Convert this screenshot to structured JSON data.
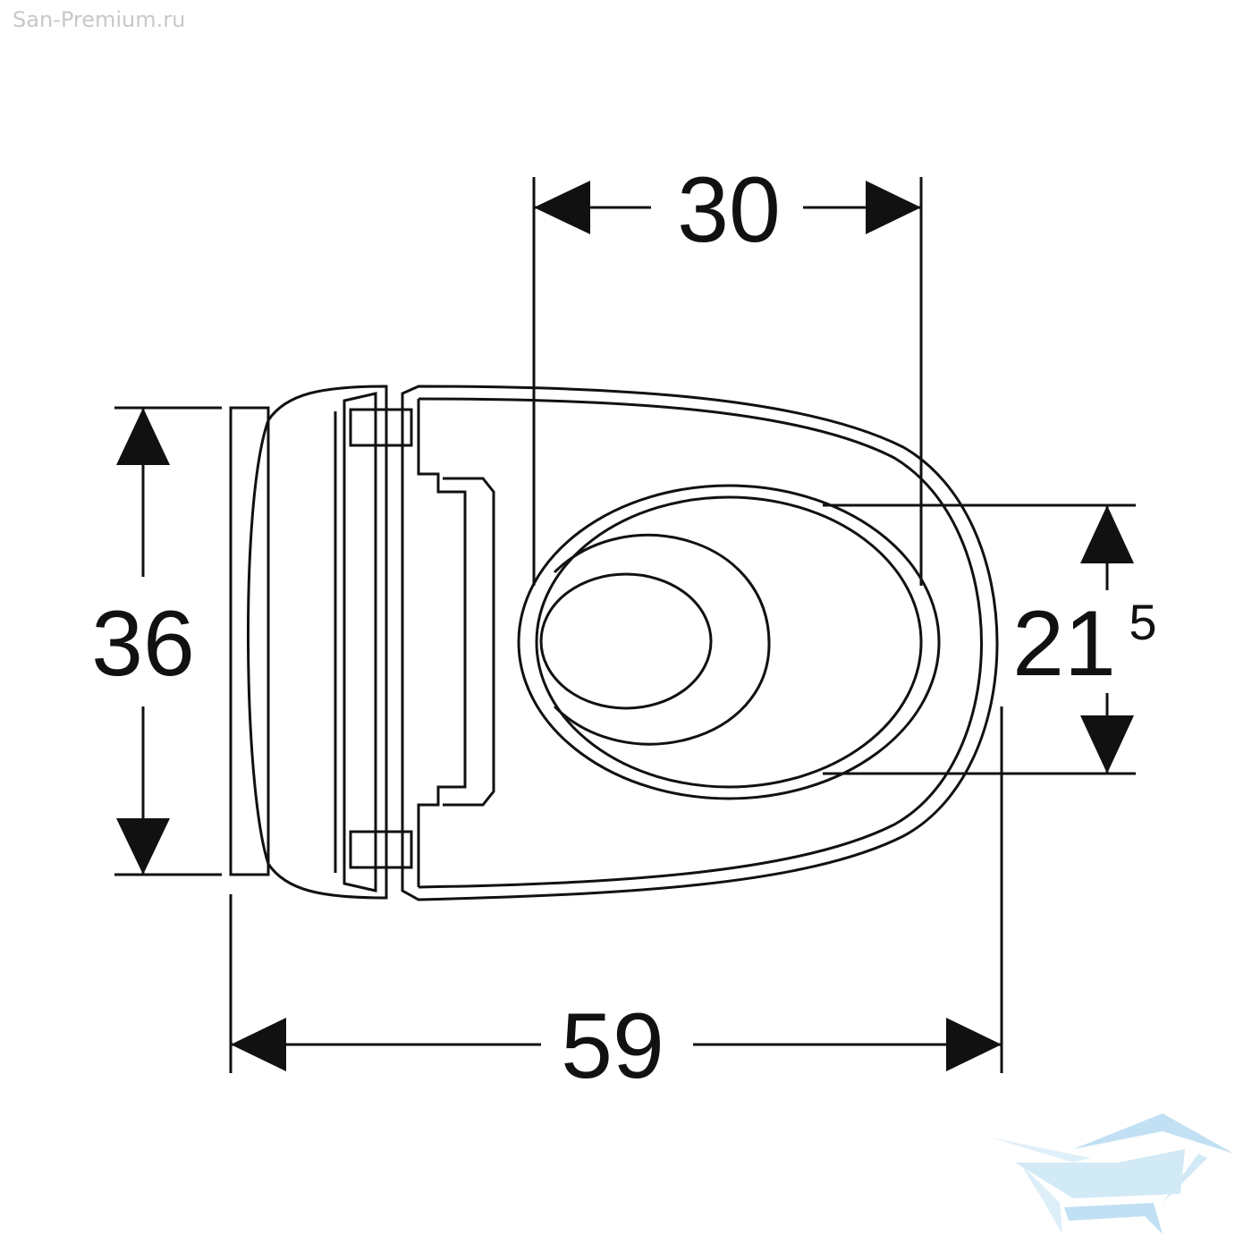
{
  "watermark": "San-Premium.ru",
  "dimensions": {
    "width_top": "30",
    "depth": "36",
    "length": "59",
    "opening_main": "21",
    "opening_sup": "5"
  },
  "colors": {
    "line": "#111111",
    "logo": "#bfe0f3"
  }
}
